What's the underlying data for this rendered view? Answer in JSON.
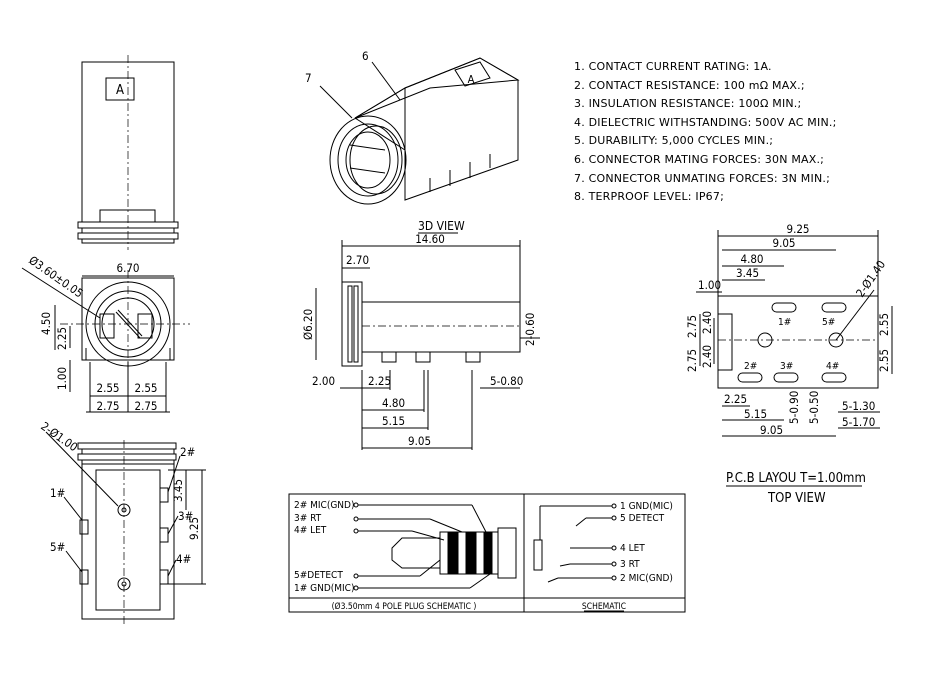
{
  "specs": [
    "1. CONTACT CURRENT RATING: 1A.",
    "2. CONTACT RESISTANCE: 100 mΩ MAX.;",
    "3. INSULATION RESISTANCE: 100Ω MIN.;",
    "4. DIELECTRIC WITHSTANDING: 500V AC MIN.;",
    "5. DURABILITY: 5,000 CYCLES MIN.;",
    "6. CONNECTOR MATING FORCES: 30N    MAX.;",
    "7. CONNECTOR UNMATING FORCES: 3N MIN.;",
    "8. TERPROOF LEVEL: IP67;"
  ],
  "views": {
    "view_3d_label": "3D VIEW",
    "pcb_title": "P.C.B LAYOU T=1.00mm",
    "top_view": "TOP VIEW",
    "part_letter": "A",
    "callout_6": "6",
    "callout_7": "7"
  },
  "front_view": {
    "d_hole": "Ø3.60±0.05",
    "w": "6.70",
    "h": "4.50",
    "h2": "2.25",
    "h3": "1.00",
    "b1": "2.55",
    "b2": "2.55",
    "c1": "2.75",
    "c2": "2.75"
  },
  "side_view": {
    "d_body": "Ø6.20",
    "len": "14.60",
    "front": "2.70",
    "pin_d": "2-0.60",
    "off": "2.00",
    "a": "2.25",
    "b": "4.80",
    "c": "5.15",
    "d": "9.05",
    "pin_w": "5-0.80"
  },
  "bottom_view": {
    "holes": "2-Ø1.00",
    "h1": "3.45",
    "h2": "9.25",
    "p1": "1#",
    "p2": "2#",
    "p3": "3#",
    "p4": "4#",
    "p5": "5#"
  },
  "pcb": {
    "w1": "9.25",
    "w2": "9.05",
    "w3": "4.80",
    "w4": "3.45",
    "w5": "1.00",
    "hole": "2-Ø1.40",
    "l1": "2.75",
    "l2": "2.40",
    "l3": "2.75",
    "l4": "2.40",
    "r1": "2.55",
    "r2": "2.55",
    "b1": "2.25",
    "b2": "5.15",
    "b3": "9.05",
    "s1": "5-0.90",
    "s2": "5-0.50",
    "s3": "5-1.30",
    "s4": "5-1.70",
    "p1": "1#",
    "p2": "2#",
    "p3": "3#",
    "p4": "4#",
    "p5": "5#"
  },
  "plug": {
    "l1": "2# MIC(GND)",
    "l2": "3# RT",
    "l3": "4# LET",
    "l4": "5#DETECT",
    "l5": "1# GND(MIC)",
    "caption": "(Ø3.50mm 4 POLE PLUG SCHEMATIC )"
  },
  "schematic": {
    "r1": "1 GND(MIC)",
    "r2": "5 DETECT",
    "r3": "4 LET",
    "r4": "3 RT",
    "r5": "2 MIC(GND)",
    "caption": "SCHEMATIC"
  }
}
